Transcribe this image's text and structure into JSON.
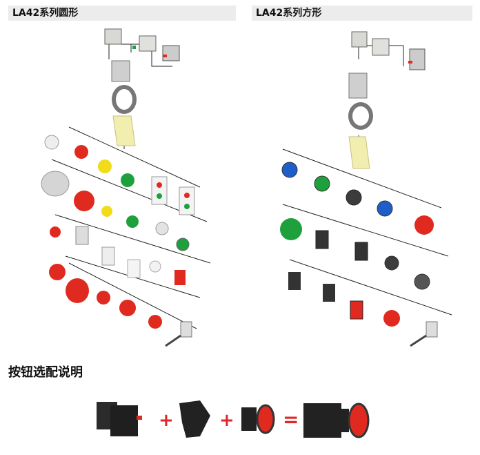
{
  "left_panel": {
    "title": "LA42系列圆形"
  },
  "right_panel": {
    "title": "LA42系列方形"
  },
  "assembly": {
    "heading": "按钮选配说明",
    "operators": [
      "+",
      "+",
      "="
    ]
  },
  "colors": {
    "header_bg": "#ececec",
    "button_red": "#e02a20",
    "button_green": "#1ea13c",
    "button_yellow": "#f0dc1a",
    "button_blue": "#1f5ec8",
    "button_dark": "#3c3c3c",
    "plate_yellow": "#f1eeb0",
    "operator_red": "#e0262a"
  },
  "icons": [
    "contact-block-icon",
    "mounting-bracket-icon",
    "ring-nut-icon",
    "legend-plate-icon",
    "push-button-icon",
    "mushroom-button-icon",
    "selector-switch-icon",
    "key-switch-icon",
    "indicator-light-icon",
    "joystick-icon"
  ]
}
